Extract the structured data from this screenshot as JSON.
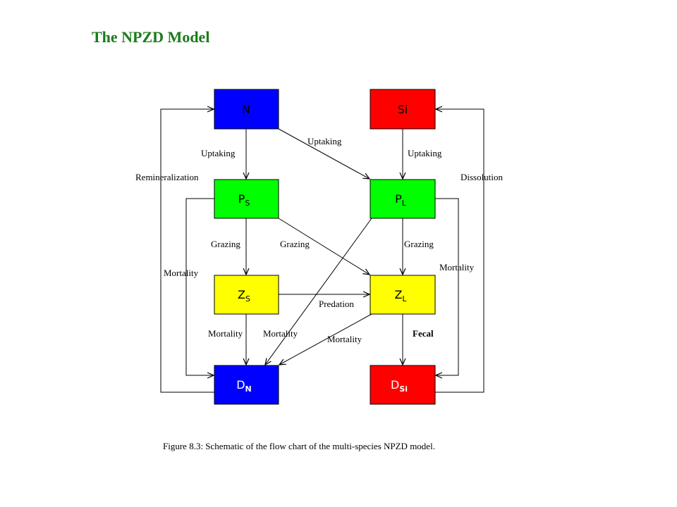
{
  "title": "The NPZD Model",
  "title_color": "#1a7a1a",
  "colors": {
    "N": "#0000ff",
    "Si": "#ff0000",
    "P": "#00ff00",
    "Z": "#ffff00",
    "DN": "#0000ff",
    "DSi": "#ff0000"
  },
  "boxes": {
    "N": {
      "main": "N",
      "sub": ""
    },
    "Si": {
      "main": "Si",
      "sub": ""
    },
    "PS": {
      "main": "P",
      "sub": "S"
    },
    "PL": {
      "main": "P",
      "sub": "L"
    },
    "ZS": {
      "main": "Z",
      "sub": "S"
    },
    "ZL": {
      "main": "Z",
      "sub": "L"
    },
    "DN": {
      "main": "D",
      "sub": "N"
    },
    "DSi": {
      "main": "D",
      "sub": "Si"
    }
  },
  "labels": {
    "uptaking_n_ps": "Uptaking",
    "uptaking_n_pl": "Uptaking",
    "uptaking_si_pl": "Uptaking",
    "remineralization": "Remineralization",
    "dissolution": "Dissolution",
    "grazing_ps_zs": "Grazing",
    "grazing_ps_zl": "Grazing",
    "grazing_pl_zl": "Grazing",
    "mortality_ps": "Mortality",
    "mortality_pl": "Mortality",
    "predation": "Predation",
    "mortality_zs": "Mortality",
    "mortality_pl_dn": "Mortality",
    "mortality_zl": "Mortality",
    "fecal": "Fecal"
  },
  "caption": "Figure 8.3:  Schematic of the flow chart of the multi-species NPZD model."
}
